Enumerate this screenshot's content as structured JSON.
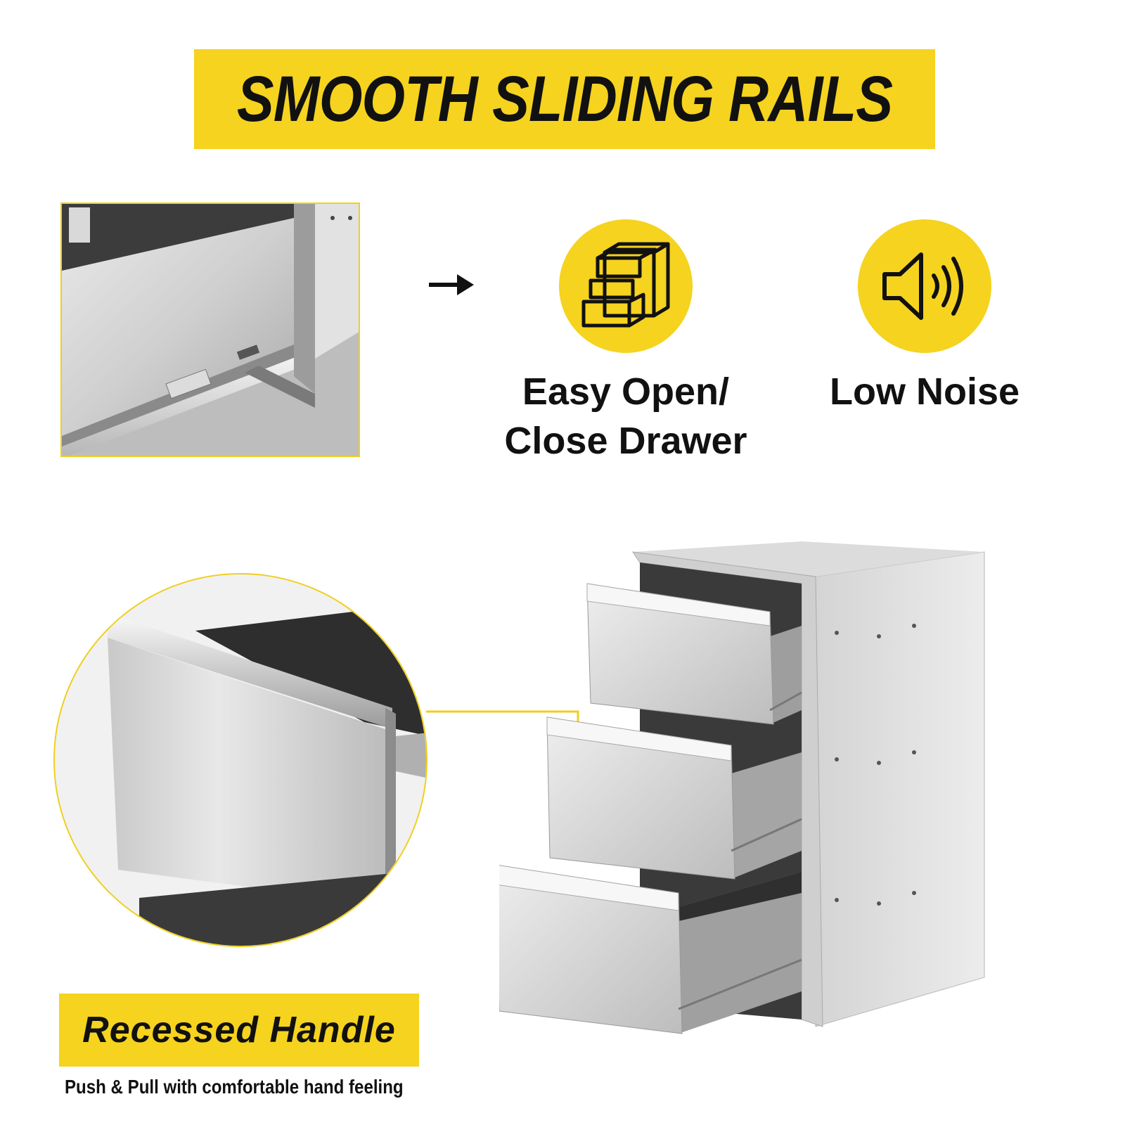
{
  "banner": {
    "title": "SMOOTH SLIDING RAILS"
  },
  "features": [
    {
      "icon": "drawer-cabinet-icon",
      "label": "Easy Open/\nClose Drawer"
    },
    {
      "icon": "speaker-icon",
      "label": "Low Noise"
    }
  ],
  "handle": {
    "title": "Recessed Handle",
    "subtitle": "Push & Pull with comfortable hand feeling"
  },
  "colors": {
    "accent": "#f5d31f",
    "text": "#111111",
    "steel": "#cfcfcf"
  }
}
